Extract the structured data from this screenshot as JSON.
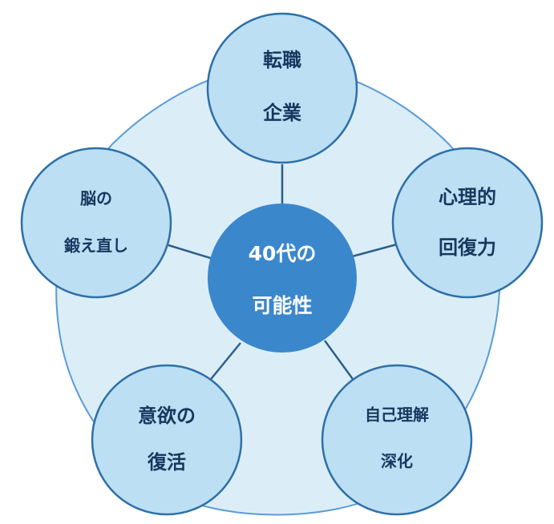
{
  "colors": {
    "background_pentagon_fill": "#dbeef8",
    "background_pentagon_stroke": "#5b9bd5",
    "outer_circle_fill": "#bcdff3",
    "outer_circle_stroke": "#2e6fa8",
    "center_circle_fill": "#3a87cc",
    "connector": "#2f5f8a",
    "outer_text": "#17375e",
    "center_text": "#ffffff"
  },
  "center": {
    "line1": "40代の",
    "line2": "可能性"
  },
  "nodes": [
    {
      "id": "career-change",
      "line1": "転職",
      "line2": "企業"
    },
    {
      "id": "psychological-recovery",
      "line1": "心理的",
      "line2": "回復力"
    },
    {
      "id": "self-understanding",
      "line1": "自己理解",
      "line2": "深化"
    },
    {
      "id": "motivation-revival",
      "line1": "意欲の",
      "line2": "復活"
    },
    {
      "id": "brain-training",
      "line1": "脳の",
      "line2": "鍛え直し"
    }
  ]
}
